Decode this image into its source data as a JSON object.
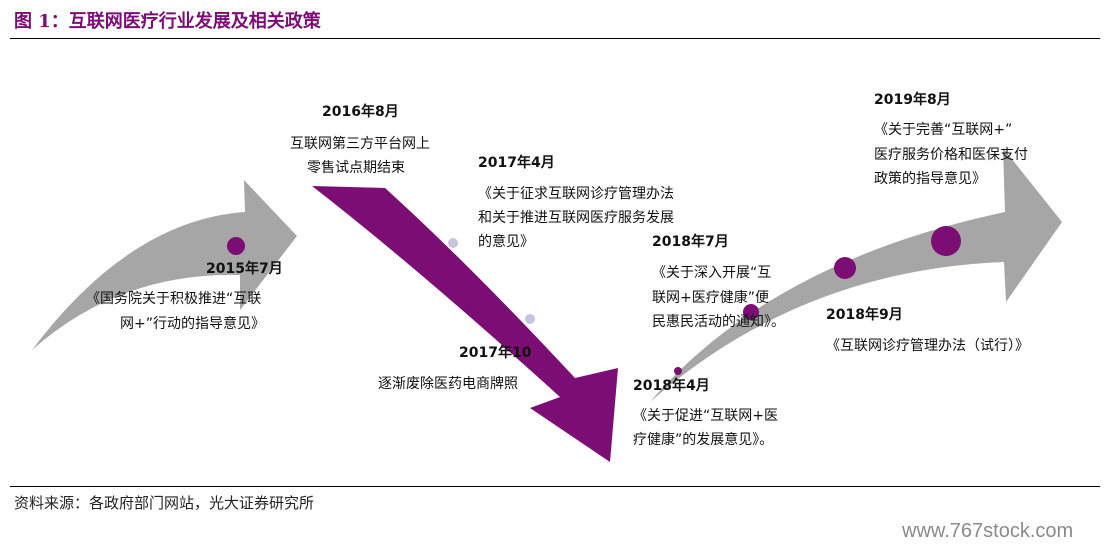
{
  "figure": {
    "title": "图 1：互联网医疗行业发展及相关政策",
    "source": "资料来源：各政府部门网站，光大证券研究所",
    "watermark": "www.767stock.com"
  },
  "colors": {
    "accent": "#7b0d74",
    "arrow_gray": "#a6a6a6",
    "marker_light": "#c9c3dc"
  },
  "events": [
    {
      "date": "2015年7月",
      "lines": [
        "《国务院关于积极推进“互联",
        "网+”行动的指导意见》"
      ]
    },
    {
      "date": "2016年8月",
      "lines": [
        "互联网第三方平台网上",
        "零售试点期结束"
      ]
    },
    {
      "date": "2017年4月",
      "lines": [
        "《关于征求互联网诊疗管理办法",
        "和关于推进互联网医疗服务发展",
        "的意见》"
      ]
    },
    {
      "date": "2017年10",
      "lines": [
        "逐渐废除医药电商牌照"
      ]
    },
    {
      "date": "2018年4月",
      "lines": [
        "《关于促进“互联网+医",
        "疗健康”的发展意见》。"
      ]
    },
    {
      "date": "2018年7月",
      "lines": [
        "《关于深入开展“互",
        "联网+医疗健康”便",
        "民惠民活动的通知》。"
      ]
    },
    {
      "date": "2018年9月",
      "lines": [
        "《互联网诊疗管理办法（试行）》"
      ]
    },
    {
      "date": "2019年8月",
      "lines": [
        "《关于完善“互联网+”",
        "医疗服务价格和医保支付",
        "政策的指导意见》"
      ]
    }
  ]
}
